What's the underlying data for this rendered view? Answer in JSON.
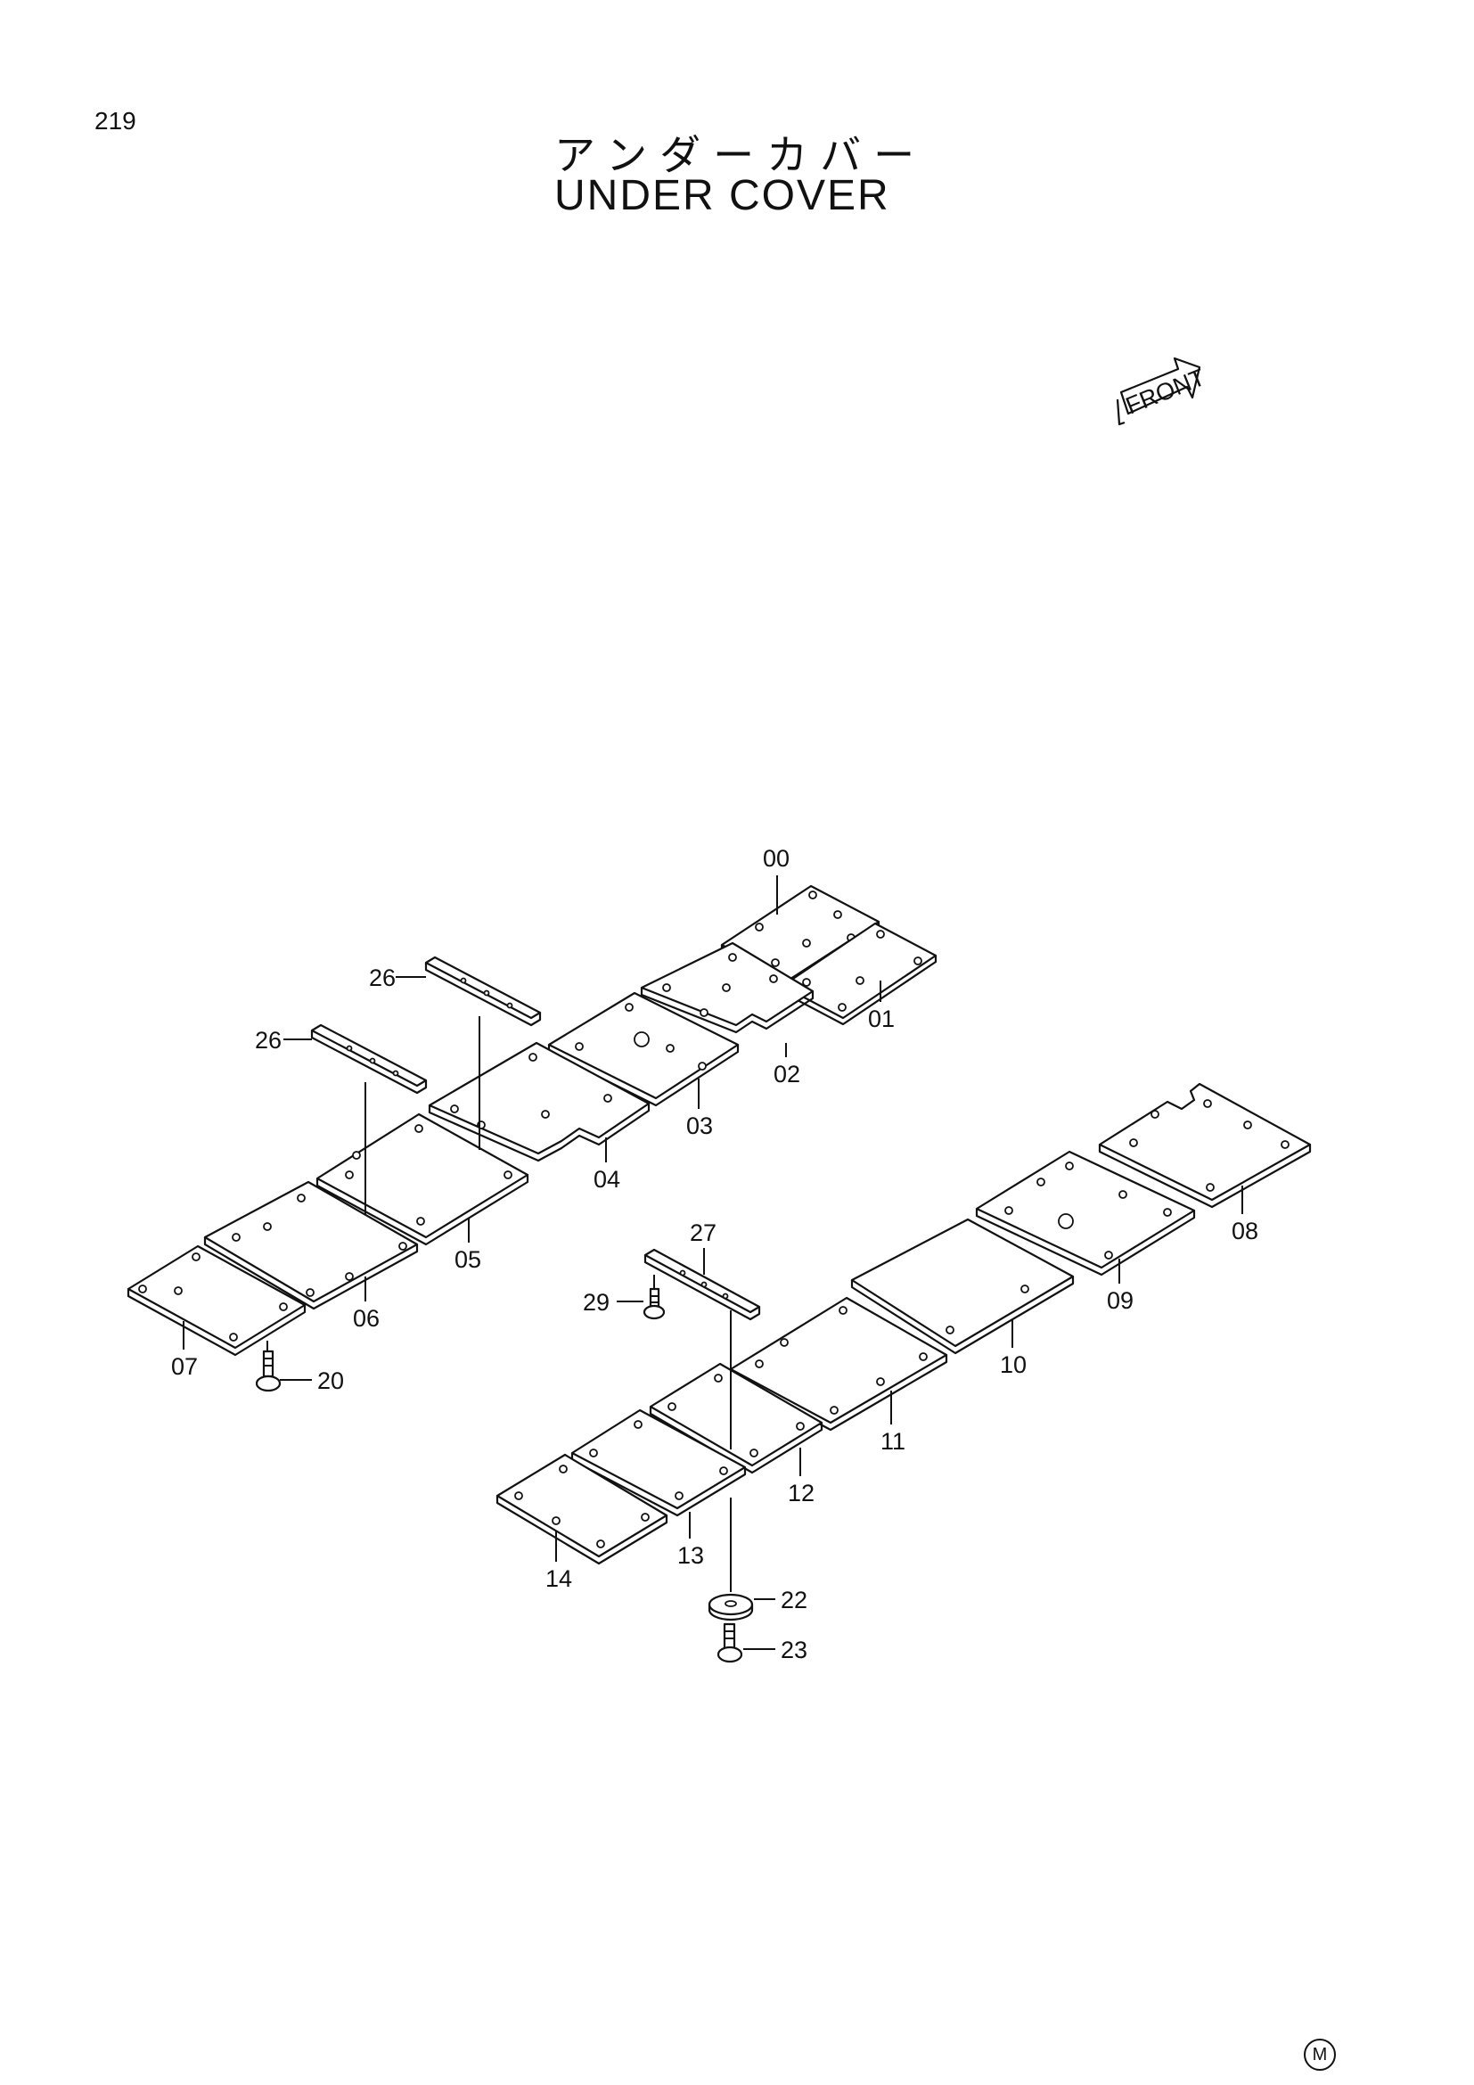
{
  "page_number": "219",
  "title_jp": "アンダーカバー",
  "title_en": "UNDER COVER",
  "front_label": "FRONT",
  "mark": "M",
  "part_labels": {
    "p00": "00",
    "p01": "01",
    "p02": "02",
    "p03": "03",
    "p04": "04",
    "p05": "05",
    "p06": "06",
    "p07": "07",
    "p08": "08",
    "p09": "09",
    "p10": "10",
    "p11": "11",
    "p12": "12",
    "p13": "13",
    "p14": "14",
    "p20": "20",
    "p22": "22",
    "p23": "23",
    "p26a": "26",
    "p26b": "26",
    "p27": "27",
    "p29": "29"
  }
}
